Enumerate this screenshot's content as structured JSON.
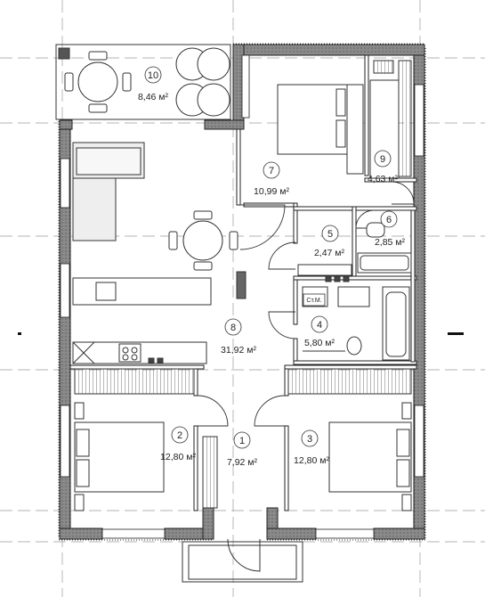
{
  "rooms": [
    {
      "number": "1",
      "area": "7,92 м²"
    },
    {
      "number": "2",
      "area": "12,80 м²"
    },
    {
      "number": "3",
      "area": "12,80 м²"
    },
    {
      "number": "4",
      "area": "5,80 м²"
    },
    {
      "number": "5",
      "area": "2,47 м²"
    },
    {
      "number": "6",
      "area": "2,85 м²"
    },
    {
      "number": "7",
      "area": "10,99 м²"
    },
    {
      "number": "8",
      "area": "31,92 м²"
    },
    {
      "number": "9",
      "area": "4,63 м²"
    },
    {
      "number": "10",
      "area": "8,46 м²"
    }
  ],
  "labels": {
    "utility": "Ст.М."
  },
  "colors": {
    "wall_fill": "#8a8a8a",
    "insulation": "#555555",
    "furniture_fill": "#eeeeee",
    "grid_line": "#9a9a9a"
  }
}
